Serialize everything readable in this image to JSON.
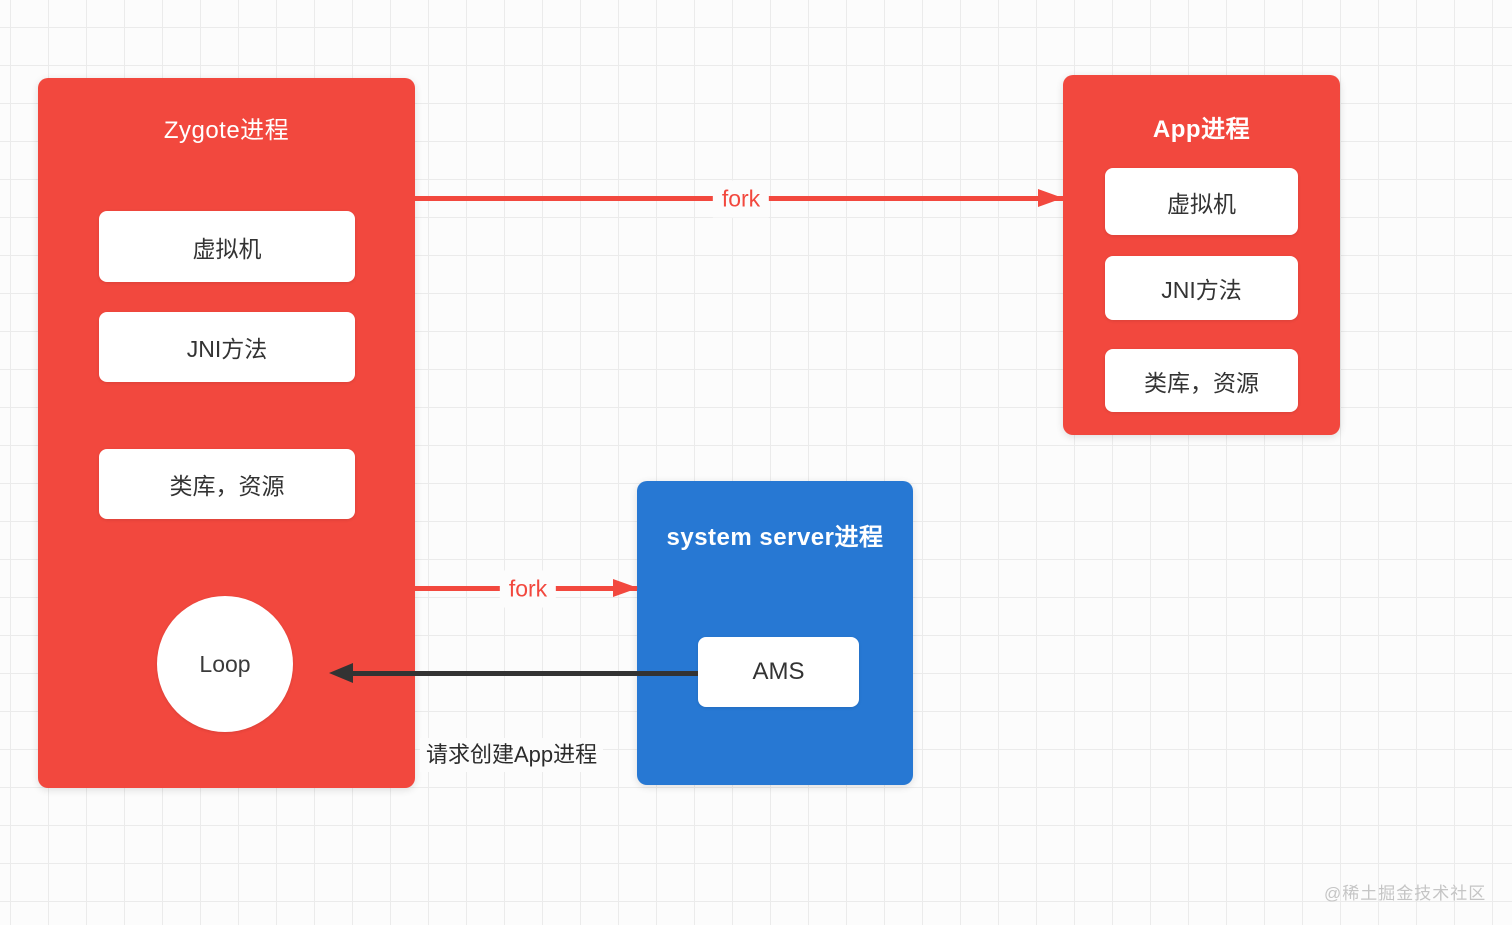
{
  "diagram": {
    "zygote": {
      "title": "Zygote进程",
      "items": [
        "虚拟机",
        "JNI方法",
        "类库，资源"
      ],
      "loop_label": "Loop"
    },
    "app": {
      "title": "App进程",
      "items": [
        "虚拟机",
        "JNI方法",
        "类库，资源"
      ]
    },
    "system_server": {
      "title": "system server进程",
      "ams_label": "AMS"
    },
    "arrows": {
      "fork_top_label": "fork",
      "fork_mid_label": "fork",
      "request_label": "请求创建App进程"
    },
    "colors": {
      "process_red": "#f2483e",
      "process_blue": "#2778d3",
      "arrow_black": "#333333",
      "grid_line": "#ebebeb",
      "background": "#fcfcfc"
    },
    "watermark": "@稀土掘金技术社区"
  }
}
